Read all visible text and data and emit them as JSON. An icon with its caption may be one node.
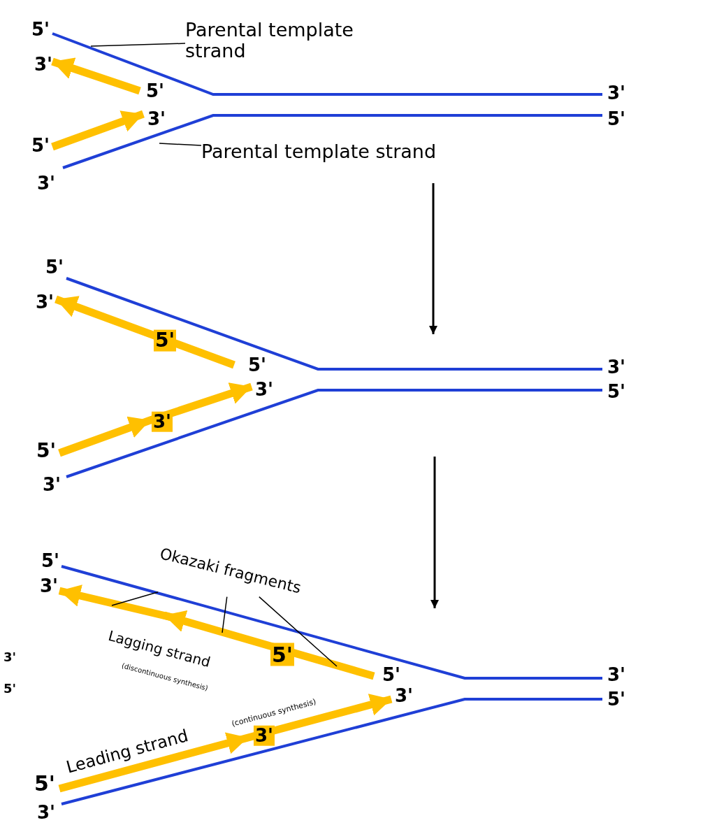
{
  "diagram": {
    "nodes": [
      {
        "text": [
          "Parental template strand"
        ]
      },
      {
        "text": [
          "Parental template strand"
        ]
      },
      {
        "text": [
          "Okazaki fragments"
        ]
      }
    ],
    "edges": [
      {
        "from": 0,
        "to": null,
        "arrow": "none"
      },
      {
        "from": 1,
        "to": null,
        "arrow": "none"
      },
      {
        "from": 2,
        "to": null,
        "arrow": "none"
      },
      {
        "from": 2,
        "to": null,
        "arrow": "none"
      },
      {
        "from": 2,
        "to": null,
        "arrow": "none"
      }
    ],
    "labels": [
      "5'",
      "3'",
      "5'",
      "3'",
      "3'",
      "5'",
      "5'",
      "3'",
      "5'",
      "3'",
      "5'",
      "5'",
      "3'",
      "3'",
      "5'",
      "3'",
      "5'",
      "3'",
      "5'",
      "3'",
      "Lagging strand",
      "(discontinuous synthesis)",
      "3'",
      "5'",
      "5'",
      "3'",
      "5'",
      "3'",
      "5'",
      "(continuous synthesis)",
      "3'",
      "Leading strand",
      "5'",
      "3'"
    ]
  }
}
